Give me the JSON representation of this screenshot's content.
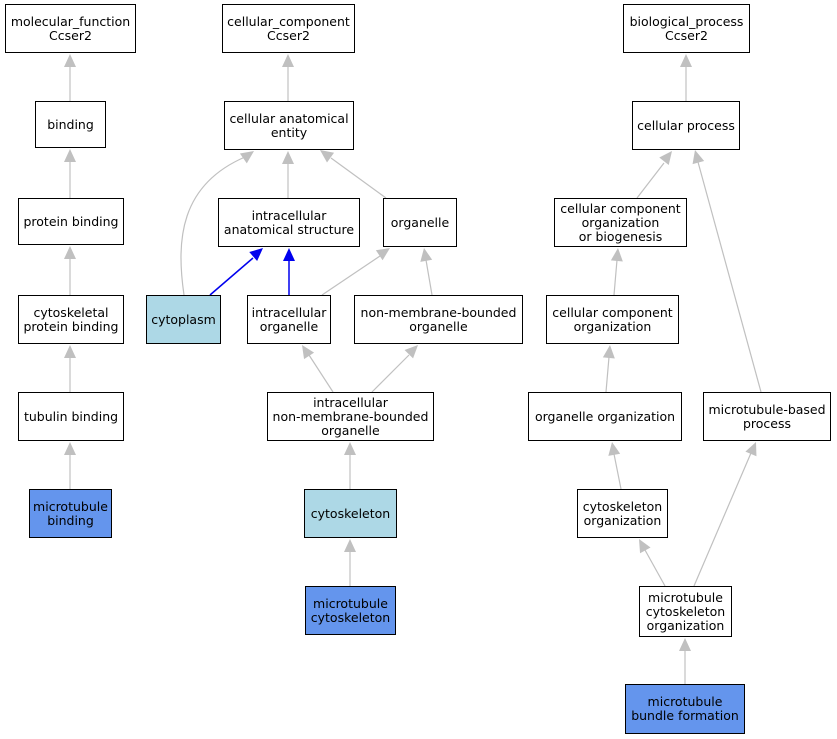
{
  "nodes": {
    "mf_root": {
      "label": "molecular_function\nCcser2"
    },
    "binding": {
      "label": "binding"
    },
    "protein_binding": {
      "label": "protein binding"
    },
    "cyto_prot_binding": {
      "label": "cytoskeletal\nprotein binding"
    },
    "tubulin_binding": {
      "label": "tubulin binding"
    },
    "mt_binding": {
      "label": "microtubule\nbinding"
    },
    "cc_root": {
      "label": "cellular_component\nCcser2"
    },
    "cae": {
      "label": "cellular anatomical\nentity"
    },
    "ias": {
      "label": "intracellular\nanatomical structure"
    },
    "organelle": {
      "label": "organelle"
    },
    "cytoplasm": {
      "label": "cytoplasm"
    },
    "intra_org": {
      "label": "intracellular\norganelle"
    },
    "nmbo": {
      "label": "non-membrane-bounded\norganelle"
    },
    "inmbo": {
      "label": "intracellular\nnon-membrane-bounded\norganelle"
    },
    "cytoskeleton": {
      "label": "cytoskeleton"
    },
    "mt_cytoskeleton": {
      "label": "microtubule\ncytoskeleton"
    },
    "bp_root": {
      "label": "biological_process\nCcser2"
    },
    "cell_process": {
      "label": "cellular process"
    },
    "ccob": {
      "label": "cellular component\norganization\nor biogenesis"
    },
    "cco": {
      "label": "cellular component\norganization"
    },
    "org_org": {
      "label": "organelle organization"
    },
    "mt_based": {
      "label": "microtubule-based\nprocess"
    },
    "csk_org": {
      "label": "cytoskeleton\norganization"
    },
    "mt_csk_org": {
      "label": "microtubule\ncytoskeleton\norganization"
    },
    "mt_bundle": {
      "label": "microtubule\nbundle formation"
    }
  },
  "colors": {
    "edge_default": "#c0c0c0",
    "edge_highlight": "#0000ee",
    "node_light": "#add8e6",
    "node_dark": "#6495ed"
  }
}
